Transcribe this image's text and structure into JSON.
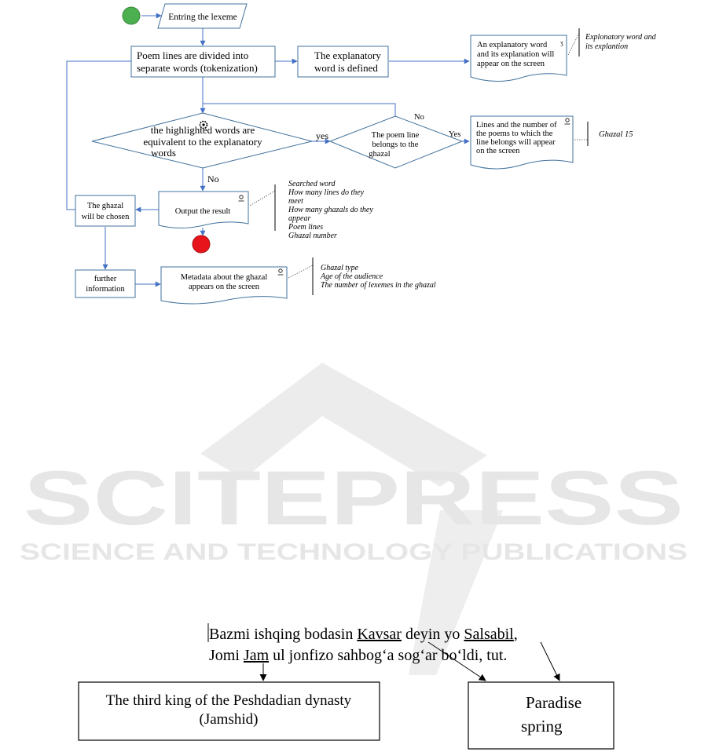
{
  "flowchart": {
    "entering": "Entring the lexeme",
    "tokenize": [
      "Poem lines are divided into",
      "separate words (tokenization)"
    ],
    "explanatory_defined": [
      "The explanatory",
      "word is defined"
    ],
    "explanatory_doc": [
      "An explanatory word",
      "and its explanation will",
      "appear on the screen"
    ],
    "explanatory_note": [
      "Explonatory word and",
      "its explantion"
    ],
    "decision_highlight": [
      "the highlighted words are",
      "equivalent to the explanatory",
      "words"
    ],
    "label_yes_1": "yes",
    "label_no_top": "No",
    "decision_ghazal": [
      "The poem line",
      "belongs to the",
      "ghazal"
    ],
    "label_yes_2": "Yes",
    "lines_doc": [
      "Lines and the number of",
      "the poems to which the",
      "line belongs will appear",
      "on the screen"
    ],
    "ghazal_note": "Ghazal 15",
    "label_no_bottom": "No",
    "output": "Output the result",
    "output_note": [
      "Searched word",
      "How many lines do they",
      "meet",
      "How many ghazals do they",
      "appear",
      "Poem lines",
      "Ghazal  number"
    ],
    "ghazal_chosen": [
      "The ghazal",
      "will be chosen"
    ],
    "further": [
      "further",
      "information"
    ],
    "metadata": [
      "Metadata about the ghazal",
      "appears on the screen"
    ],
    "metadata_note": [
      "Ghazal type",
      "Age of the audience",
      "The number of lexemes in the ghazal"
    ]
  },
  "watermark": {
    "main": "SCITEPRESS",
    "sub": "SCIENCE AND TECHNOLOGY PUBLICATIONS"
  },
  "example": {
    "line1": [
      "Bazmi ishqing bodasin ",
      "Kavsar",
      " deyin yo ",
      "Salsabil",
      ","
    ],
    "line2": [
      "Jomi ",
      "Jam",
      " ul jonfizo sahbog‘a sog‘ar bo‘ldi, tut."
    ],
    "box_king": [
      "The third king of the Peshdadian dynasty",
      "(Jamshid)"
    ],
    "box_paradise": [
      "Paradise",
      "spring"
    ]
  },
  "colors": {
    "start": "#4caf50",
    "end": "#e8141b",
    "stroke": "#41719c",
    "arrow": "#4472c4",
    "watermark": "#e6e6e6"
  }
}
